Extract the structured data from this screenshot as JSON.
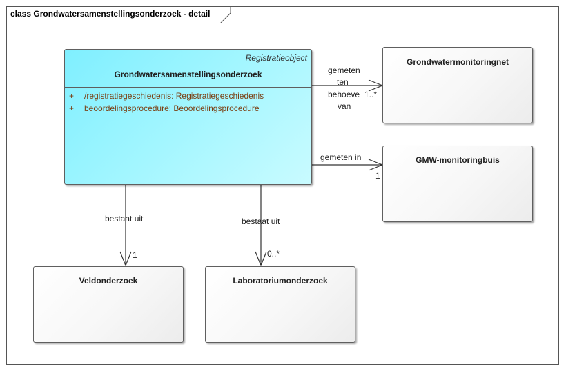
{
  "diagram": {
    "title": "class Grondwatersamenstellingsonderzoek - detail"
  },
  "classes": {
    "main": {
      "name": "Grondwatersamenstellingsonderzoek",
      "stereotype": "Registratieobject",
      "attributes": [
        {
          "visibility": "+",
          "text": "/registratiegeschiedenis: Registratiegeschiedenis"
        },
        {
          "visibility": "+",
          "text": "beoordelingsprocedure: Beoordelingsprocedure"
        }
      ]
    },
    "monitoringnet": {
      "name": "Grondwatermonitoringnet"
    },
    "monitoringbuis": {
      "name": "GMW-monitoringbuis"
    },
    "veldonderzoek": {
      "name": "Veldonderzoek"
    },
    "laboratoriumonderzoek": {
      "name": "Laboratoriumonderzoek"
    }
  },
  "associations": {
    "to_monitoringnet": {
      "label_lines": [
        "gemeten",
        "ten",
        "behoeve",
        "van"
      ],
      "multiplicity": "1..*"
    },
    "to_monitoringbuis": {
      "label": "gemeten in",
      "multiplicity": "1"
    },
    "to_veldonderzoek": {
      "label": "bestaat uit",
      "multiplicity": "1"
    },
    "to_laboratoriumonderzoek": {
      "label": "bestaat uit",
      "multiplicity": "0..*"
    }
  }
}
